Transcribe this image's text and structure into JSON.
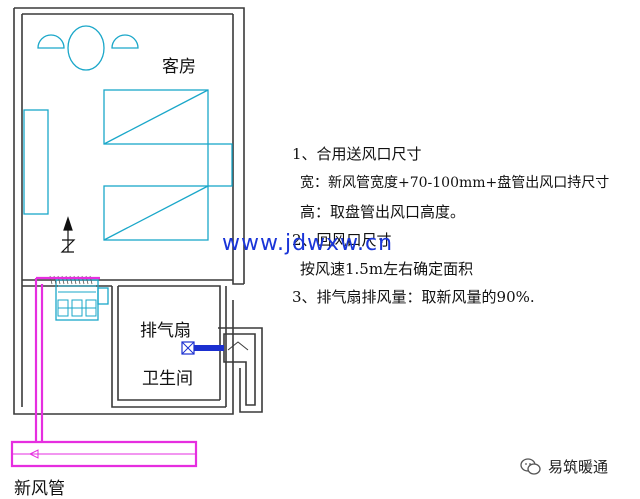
{
  "labels": {
    "guest_room": "客房",
    "exhaust_fan": "排气扇",
    "bathroom": "卫生间",
    "fresh_air_duct": "新风管"
  },
  "notes": {
    "n1": "1、合用送风口尺寸",
    "n1_width": "宽：新风管宽度+70-100mm+盘管出风口持尺寸",
    "n1_height": "高：取盘管出风口高度。",
    "n2": "2、回风口尺寸",
    "n2_rule": "按风速1.5m左右确定面积",
    "n3": "3、排气扇排风量：取新风量的90%."
  },
  "watermark": "www.jdwxw.cn",
  "brand": {
    "name": "易筑暖通",
    "icon": "wechat-icon"
  },
  "colors": {
    "wall": "#3a3a3a",
    "furniture": "#1aa7c9",
    "duct": "#e62ee0",
    "fan_duct": "#1b2fd0",
    "watermark": "#1a35d8"
  }
}
